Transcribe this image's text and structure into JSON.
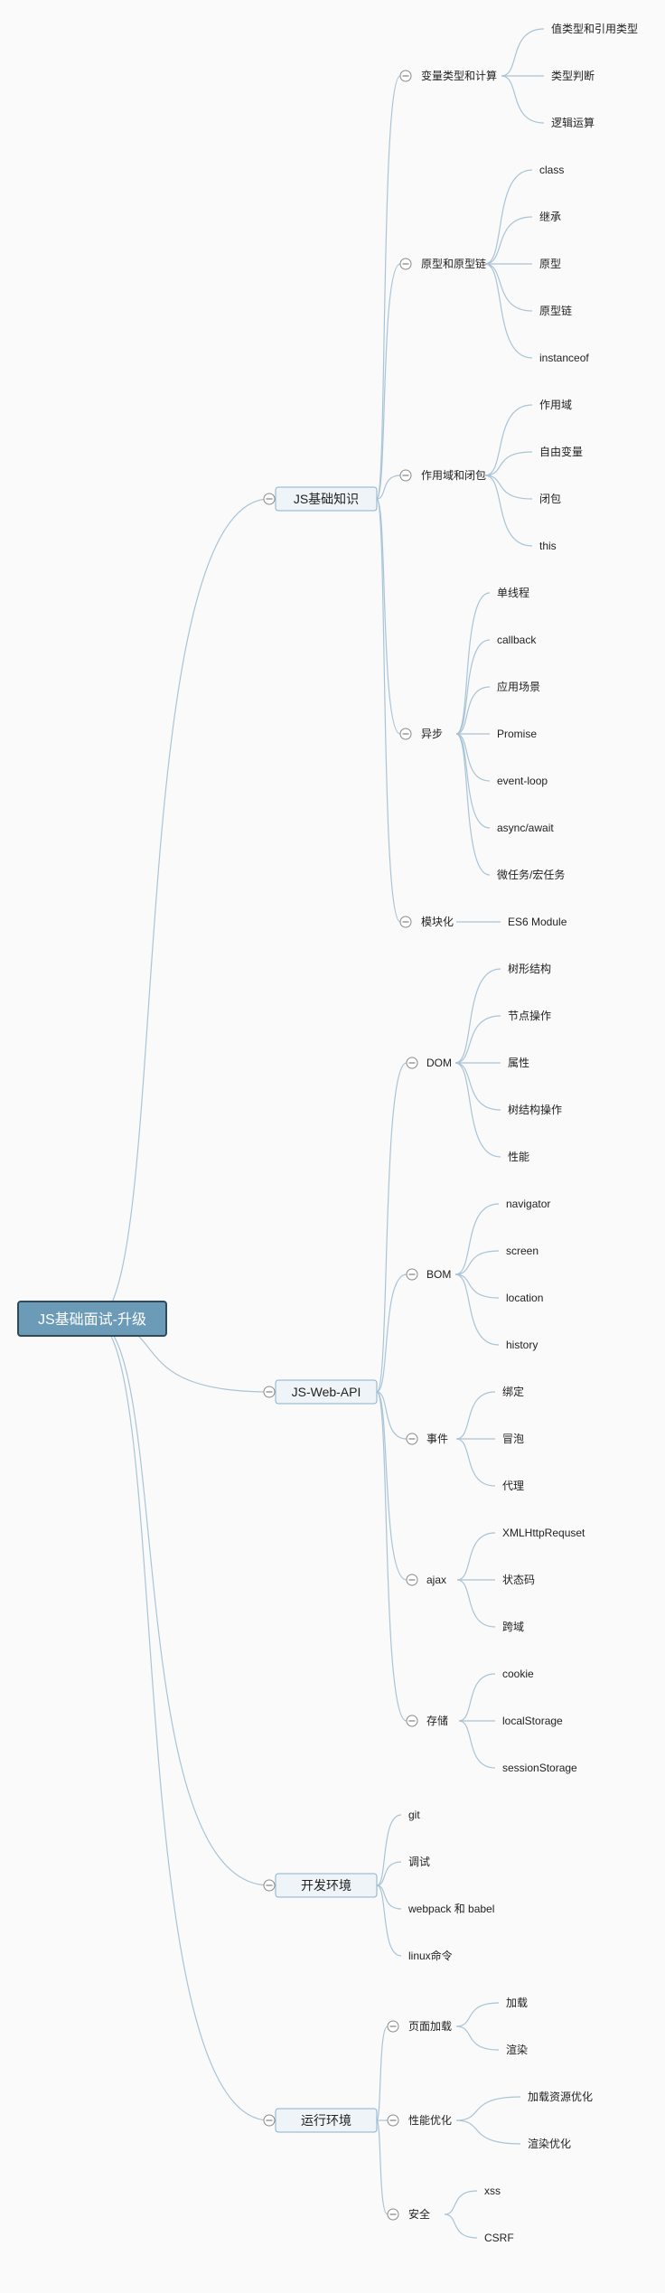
{
  "root": {
    "label": "JS基础面试-升级",
    "children": [
      {
        "label": "JS基础知识",
        "children": [
          {
            "label": "变量类型和计算",
            "children": [
              {
                "label": "值类型和引用类型"
              },
              {
                "label": "类型判断"
              },
              {
                "label": "逻辑运算"
              }
            ]
          },
          {
            "label": "原型和原型链",
            "children": [
              {
                "label": "class"
              },
              {
                "label": "继承"
              },
              {
                "label": "原型"
              },
              {
                "label": "原型链"
              },
              {
                "label": "instanceof"
              }
            ]
          },
          {
            "label": "作用域和闭包",
            "children": [
              {
                "label": "作用域"
              },
              {
                "label": "自由变量"
              },
              {
                "label": "闭包"
              },
              {
                "label": "this"
              }
            ]
          },
          {
            "label": "异步",
            "children": [
              {
                "label": "单线程"
              },
              {
                "label": "callback"
              },
              {
                "label": "应用场景"
              },
              {
                "label": "Promise"
              },
              {
                "label": "event-loop"
              },
              {
                "label": "async/await"
              },
              {
                "label": "微任务/宏任务"
              }
            ]
          },
          {
            "label": "模块化",
            "children": [
              {
                "label": "ES6 Module"
              }
            ]
          }
        ]
      },
      {
        "label": "JS-Web-API",
        "children": [
          {
            "label": "DOM",
            "children": [
              {
                "label": "树形结构"
              },
              {
                "label": "节点操作"
              },
              {
                "label": "属性"
              },
              {
                "label": "树结构操作"
              },
              {
                "label": "性能"
              }
            ]
          },
          {
            "label": "BOM",
            "children": [
              {
                "label": "navigator"
              },
              {
                "label": "screen"
              },
              {
                "label": "location"
              },
              {
                "label": "history"
              }
            ]
          },
          {
            "label": "事件",
            "children": [
              {
                "label": "绑定"
              },
              {
                "label": "冒泡"
              },
              {
                "label": "代理"
              }
            ]
          },
          {
            "label": "ajax",
            "children": [
              {
                "label": "XMLHttpRequset"
              },
              {
                "label": "状态码"
              },
              {
                "label": "跨域"
              }
            ]
          },
          {
            "label": "存储",
            "children": [
              {
                "label": "cookie"
              },
              {
                "label": "localStorage"
              },
              {
                "label": "sessionStorage"
              }
            ]
          }
        ]
      },
      {
        "label": "开发环境",
        "children": [
          {
            "label": "git"
          },
          {
            "label": "调试"
          },
          {
            "label": "webpack 和 babel"
          },
          {
            "label": "linux命令"
          }
        ]
      },
      {
        "label": "运行环境",
        "children": [
          {
            "label": "页面加载",
            "children": [
              {
                "label": "加载"
              },
              {
                "label": "渲染"
              }
            ]
          },
          {
            "label": "性能优化",
            "children": [
              {
                "label": "加载资源优化"
              },
              {
                "label": "渲染优化"
              }
            ]
          },
          {
            "label": "安全",
            "children": [
              {
                "label": "xss"
              },
              {
                "label": "CSRF"
              }
            ]
          }
        ]
      }
    ]
  }
}
